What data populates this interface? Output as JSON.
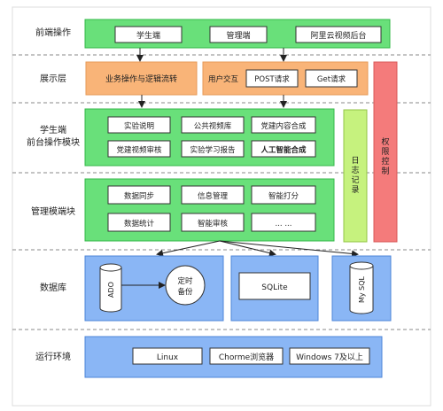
{
  "layers": {
    "frontend": "前端操作",
    "display": "展示层",
    "student_line1": "学生端",
    "student_line2": "前台操作模块",
    "admin": "管理模端块",
    "database": "数据库",
    "runtime": "运行环境"
  },
  "frontend_boxes": [
    "学生端",
    "管理端",
    "阿里云视频后台"
  ],
  "display": {
    "business": "业务操作与逻辑流转",
    "interaction": "用户交互",
    "post": "POST请求",
    "get": "Get请求"
  },
  "student_modules": [
    "实验说明",
    "公共视频库",
    "党建内容合成",
    "党建视频审核",
    "实验学习报告",
    "人工智能合成"
  ],
  "admin_modules": [
    "数据同步",
    "信息管理",
    "智能打分",
    "数据统计",
    "智能审核",
    "... ..."
  ],
  "side": {
    "log_chars": [
      "日",
      "志",
      "记",
      "录"
    ],
    "permission_chars": [
      "权",
      "限",
      "控",
      "制"
    ]
  },
  "database": {
    "ado": "ADO",
    "backup_line1": "定时",
    "backup_line2": "备份",
    "sqlite": "SQLite",
    "mysql": "My SQL"
  },
  "runtime_boxes": [
    "Linux",
    "Chorme浏览器",
    "Windows 7及以上"
  ],
  "colors": {
    "green": "#69e07a",
    "green_dark": "#35b84a",
    "orange": "#f9b478",
    "orange_border": "#e69a57",
    "lime": "#c6f27e",
    "red": "#f47b7b",
    "blue": "#8ab6f5",
    "blue_dark": "#4e86d8"
  }
}
